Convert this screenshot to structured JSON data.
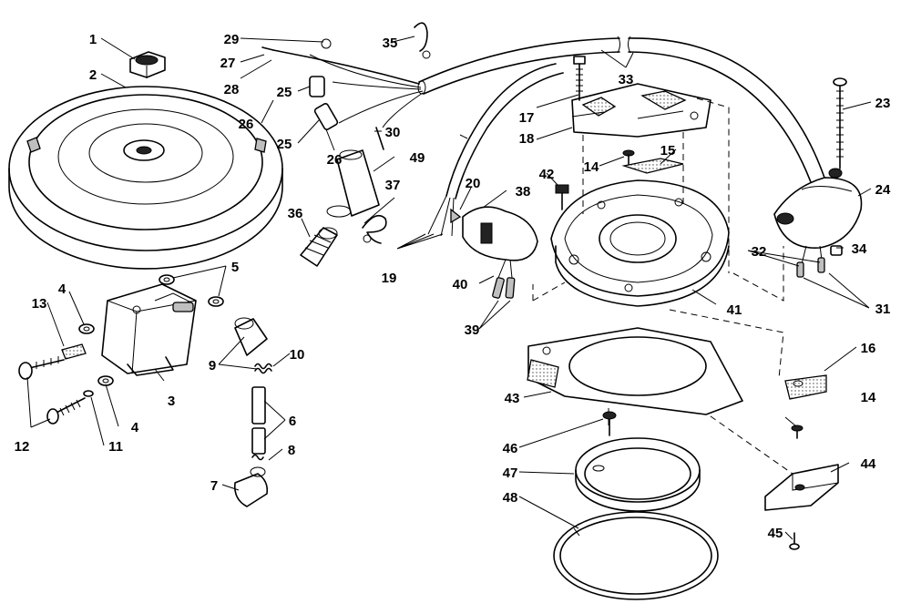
{
  "diagram": {
    "callouts": [
      "1",
      "2",
      "3",
      "4",
      "4",
      "5",
      "6",
      "7",
      "8",
      "9",
      "10",
      "11",
      "12",
      "13",
      "14",
      "14",
      "15",
      "16",
      "17",
      "18",
      "19",
      "20",
      "23",
      "24",
      "25",
      "25",
      "26",
      "26",
      "27",
      "28",
      "29",
      "30",
      "31",
      "32",
      "33",
      "34",
      "35",
      "36",
      "37",
      "38",
      "39",
      "40",
      "41",
      "42",
      "43",
      "44",
      "45",
      "46",
      "47",
      "48",
      "49"
    ]
  }
}
